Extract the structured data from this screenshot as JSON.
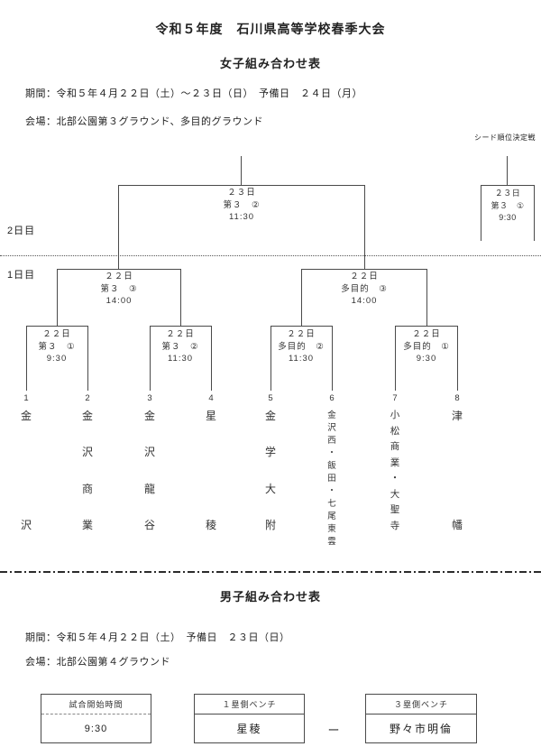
{
  "women": {
    "title": "令和５年度　石川県高等学校春季大会",
    "subtitle": "女子組み合わせ表",
    "period": "期間：令和５年４月２２日（土）～２３日（日）　予備日　２４日（月）",
    "venue": "会場：北部公園第３グラウンド、多目的グラウンド",
    "seed_title": "シード順位決定戦",
    "day2_label": "2日目",
    "day1_label": "1日目",
    "matches": {
      "final": {
        "date": "２３日",
        "field": "第３　②",
        "time": "11:30"
      },
      "seed": {
        "date": "２３日",
        "field": "第３　①",
        "time": "9:30"
      },
      "sf1": {
        "date": "２２日",
        "field": "第３　③",
        "time": "14:00"
      },
      "sf2": {
        "date": "２２日",
        "field": "多目的　③",
        "time": "14:00"
      },
      "fr1": {
        "date": "２２日",
        "field": "第３　①",
        "time": "9:30"
      },
      "fr2": {
        "date": "２２日",
        "field": "第３　②",
        "time": "11:30"
      },
      "fr3": {
        "date": "２２日",
        "field": "多目的　②",
        "time": "11:30"
      },
      "fr4": {
        "date": "２２日",
        "field": "多目的　①",
        "time": "9:30"
      }
    },
    "teams": [
      {
        "no": "1",
        "name": "金沢"
      },
      {
        "no": "2",
        "name": "金沢商業"
      },
      {
        "no": "3",
        "name": "金沢龍谷"
      },
      {
        "no": "4",
        "name": "星稜"
      },
      {
        "no": "5",
        "name": "金学大附"
      },
      {
        "no": "6",
        "name": "金沢西・飯田・七尾東雲"
      },
      {
        "no": "7",
        "name": "小松商業・大聖寺"
      },
      {
        "no": "8",
        "name": "津幡"
      }
    ]
  },
  "men": {
    "title": "男子組み合わせ表",
    "period": "期間：令和５年４月２２日（土）　予備日　２３日（日）",
    "venue": "会場：北部公園第４グラウンド",
    "table": {
      "start_header": "試合開始時間",
      "start_time": "9:30",
      "bench1_header": "１塁側ベンチ",
      "bench1_team": "星稜",
      "vs_dash": "ー",
      "bench3_header": "３塁側ベンチ",
      "bench3_team": "野々市明倫"
    }
  }
}
